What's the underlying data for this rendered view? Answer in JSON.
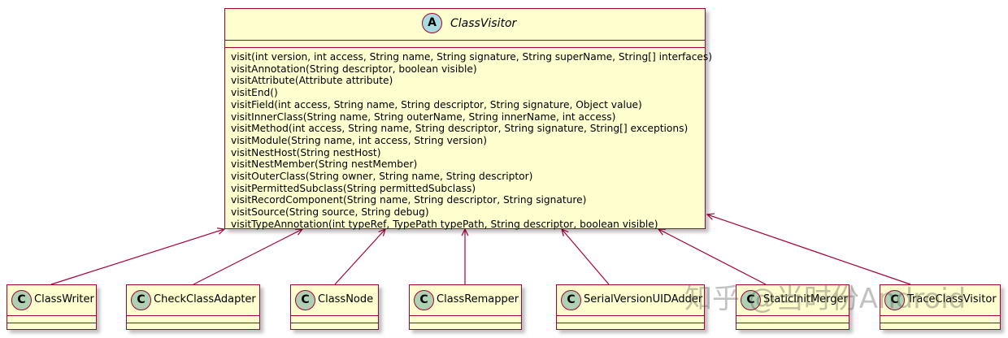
{
  "diagram": {
    "parent": {
      "stereotype": "A",
      "name": "ClassVisitor",
      "methods": [
        "visit(int version, int access, String name, String signature, String superName, String[] interfaces)",
        "visitAnnotation(String descriptor, boolean visible)",
        "visitAttribute(Attribute attribute)",
        "visitEnd()",
        "visitField(int access, String name, String descriptor, String signature, Object value)",
        "visitInnerClass(String name, String outerName, String innerName, int access)",
        "visitMethod(int access, String name, String descriptor, String signature, String[] exceptions)",
        "visitModule(String name, int access, String version)",
        "visitNestHost(String nestHost)",
        "visitNestMember(String nestMember)",
        "visitOuterClass(String owner, String name, String descriptor)",
        "visitPermittedSubclass(String permittedSubclass)",
        "visitRecordComponent(String name, String descriptor, String signature)",
        "visitSource(String source, String debug)",
        "visitTypeAnnotation(int typeRef, TypePath typePath, String descriptor, boolean visible)"
      ]
    },
    "children": [
      {
        "stereotype": "C",
        "name": "ClassWriter"
      },
      {
        "stereotype": "C",
        "name": "CheckClassAdapter"
      },
      {
        "stereotype": "C",
        "name": "ClassNode"
      },
      {
        "stereotype": "C",
        "name": "ClassRemapper"
      },
      {
        "stereotype": "C",
        "name": "SerialVersionUIDAdder"
      },
      {
        "stereotype": "C",
        "name": "StaticInitMerger"
      },
      {
        "stereotype": "C",
        "name": "TraceClassVisitor"
      }
    ],
    "colors": {
      "box_fill": "#fefece",
      "box_border": "#a80036",
      "abstract_badge": "#a9dcdf",
      "class_badge": "#add1b2",
      "arrow": "#a80036"
    }
  },
  "watermark": "知乎 @当时份Android"
}
